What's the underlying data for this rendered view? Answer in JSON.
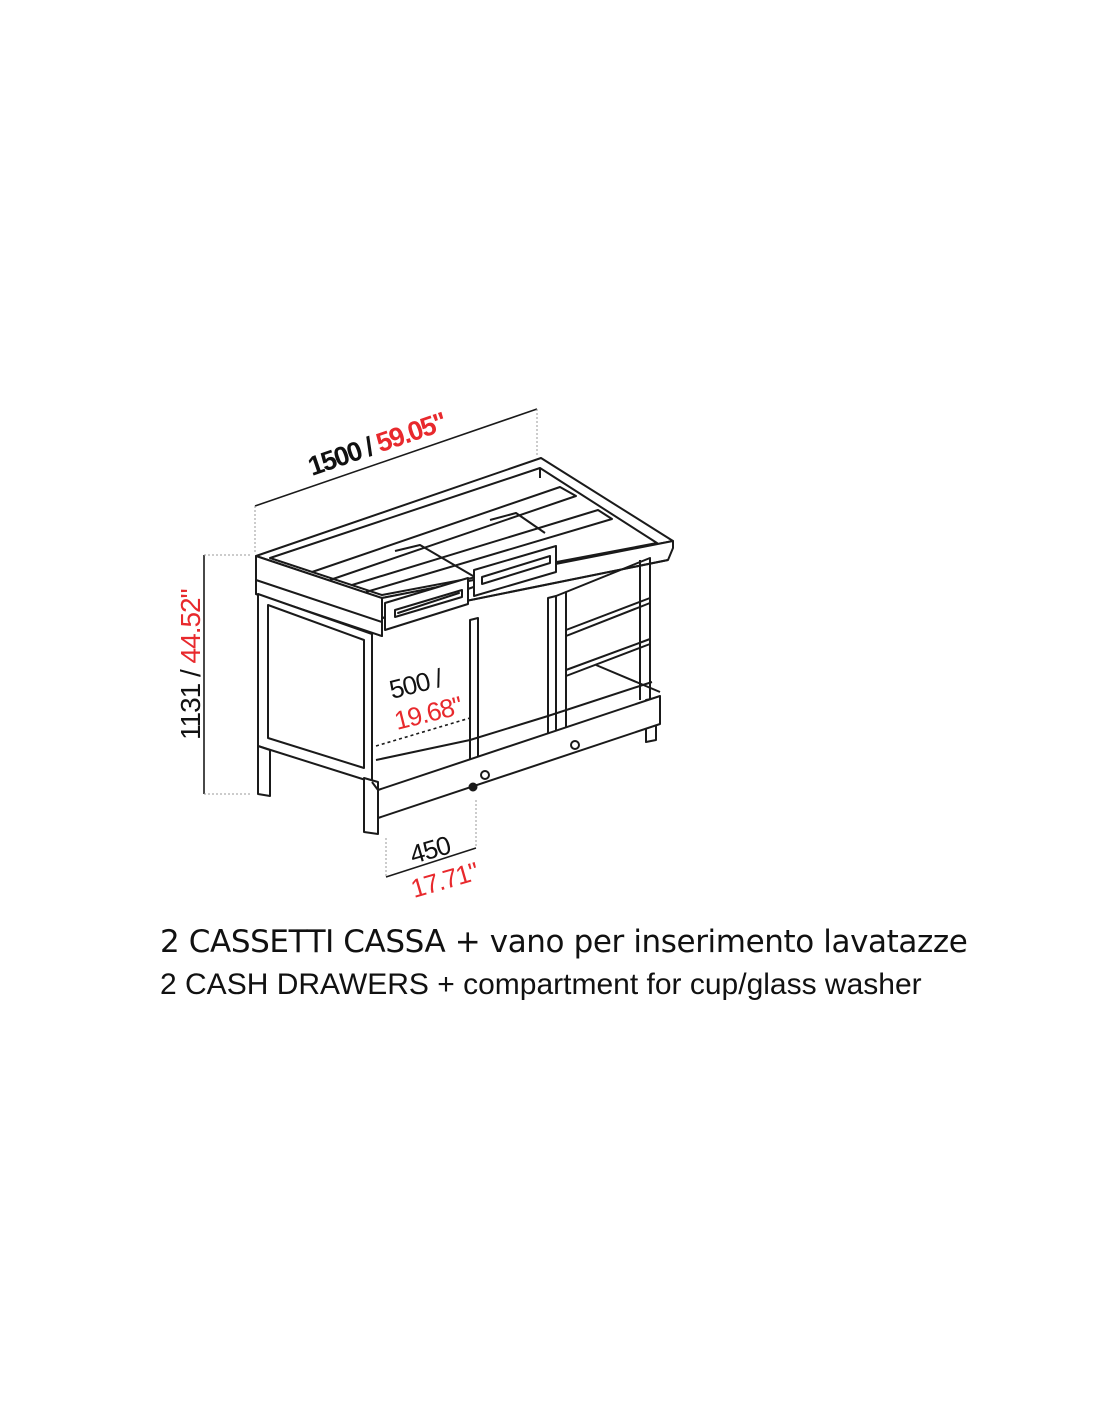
{
  "dimensions": {
    "width": {
      "mm": "1500 / ",
      "inch": "59.05\""
    },
    "height": {
      "mm": "1131 / ",
      "inch": "44.52\""
    },
    "compartment_depth": {
      "mm": "500 /",
      "inch": "19.68\""
    },
    "compartment_width": {
      "mm": "450",
      "inch": "17.71\""
    }
  },
  "caption": {
    "italian": "2 CASSETTI CASSA + vano per inserimento lavatazze",
    "english": "2 CASH DRAWERS + compartment for cup/glass washer"
  },
  "colors": {
    "line": "#1a1a1a",
    "accent": "#e8292d",
    "guide": "#999999"
  }
}
